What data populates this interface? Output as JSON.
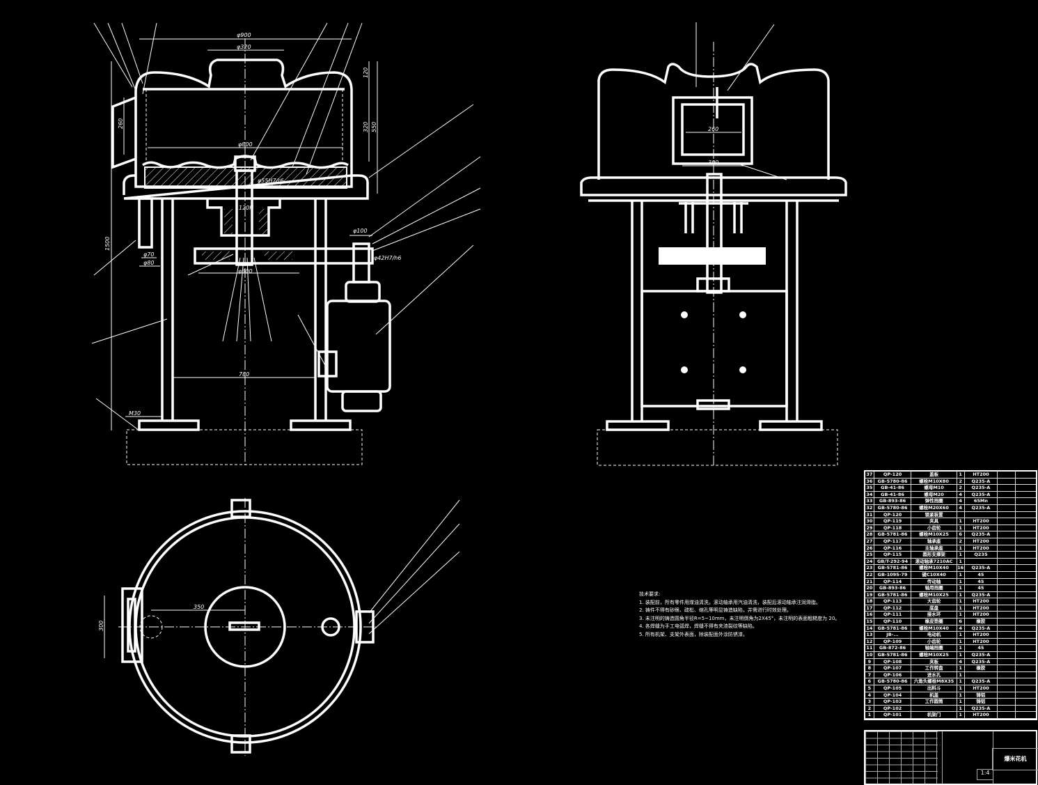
{
  "front_view": {
    "dims": {
      "d900": "φ900",
      "d320": "φ320",
      "h120": "120",
      "h320": "320",
      "h550": "550",
      "h260": "260",
      "d800": "φ800",
      "fit55": "φ55H7/r6",
      "m120": "120H",
      "d70": "φ70",
      "d80": "φ80",
      "h1500": "1500",
      "d100": "φ100",
      "fit42": "φ42H7/h6",
      "gear": "φ300",
      "w780": "780",
      "m30": "M30"
    }
  },
  "side_view": {
    "dims": {
      "w260": "260",
      "w300": "300"
    }
  },
  "top_view": {
    "dims": {
      "r350": "350",
      "h300": "300"
    }
  },
  "notes": {
    "title": "技术要求:",
    "items": [
      "1. 装配前，所有零件用煤油清洗，滚动轴承用汽油清洗，装配后滚动轴承注润滑脂。",
      "2. 铸件不得有砂眼、疏松、缩孔等明显铸造缺陷，并需进行时效处理。",
      "3. 未注明的铸造圆角半径R=5~10mm，未注明倒角为2X45°，未注明的表面粗糙度为 20。",
      "4. 各焊缝为手工电弧焊，焊缝不得有夹渣裂纹等缺陷。",
      "5. 所有机架、支架外表面，除装配面外涂防锈漆。"
    ]
  },
  "bom": [
    [
      "37",
      "QP-120",
      "盖板",
      "1",
      "HT200"
    ],
    [
      "36",
      "GB-5780-86",
      "螺栓M10X80",
      "2",
      "Q235-A"
    ],
    [
      "35",
      "GB-41-86",
      "螺母M10",
      "2",
      "Q235-A"
    ],
    [
      "34",
      "GB-41-86",
      "螺母M20",
      "4",
      "Q235-A"
    ],
    [
      "33",
      "GB-893-86",
      "弹性挡圈",
      "4",
      "65Mn"
    ],
    [
      "32",
      "GB-5780-86",
      "螺栓M20X60",
      "4",
      "Q235-A"
    ],
    [
      "31",
      "QP-120",
      "锁紧装置",
      "",
      ""
    ],
    [
      "30",
      "QP-119",
      "夹具",
      "1",
      "HT200"
    ],
    [
      "29",
      "QP-118",
      "小齿轮",
      "1",
      "HT200"
    ],
    [
      "28",
      "GB-5781-86",
      "螺栓M10X25",
      "6",
      "Q235-A"
    ],
    [
      "27",
      "QP-117",
      "轴承座",
      "2",
      "HT200"
    ],
    [
      "26",
      "QP-116",
      "主轴承座",
      "1",
      "HT200"
    ],
    [
      "25",
      "QP-115",
      "圆形支撑架",
      "1",
      "Q235"
    ],
    [
      "24",
      "GB/T-292-94",
      "滚动轴承7210AC",
      "1",
      ""
    ],
    [
      "23",
      "GB-5781-86",
      "螺栓M10X40",
      "16",
      "Q235-A"
    ],
    [
      "22",
      "GB-1095-79",
      "键C10X40",
      "1",
      "45"
    ],
    [
      "21",
      "QP-114",
      "传动轴",
      "1",
      "45"
    ],
    [
      "20",
      "GB-893-86",
      "轴用挡圈",
      "1",
      "45"
    ],
    [
      "19",
      "GB-5781-86",
      "螺栓M10X25",
      "1",
      "Q235-A"
    ],
    [
      "18",
      "QP-113",
      "大齿轮",
      "1",
      "HT200"
    ],
    [
      "17",
      "QP-112",
      "底盘",
      "1",
      "HT200"
    ],
    [
      "16",
      "QP-111",
      "接水环",
      "1",
      "HT200"
    ],
    [
      "15",
      "QP-110",
      "橡皮垫圈",
      "6",
      "橡胶"
    ],
    [
      "14",
      "GB-5781-86",
      "螺栓M10X40",
      "4",
      "Q235-A"
    ],
    [
      "13",
      "JB-...",
      "电动机",
      "1",
      "HT200"
    ],
    [
      "12",
      "QP-109",
      "小齿轮",
      "1",
      "HT200"
    ],
    [
      "11",
      "GB-872-86",
      "轴端挡圈",
      "1",
      "45"
    ],
    [
      "10",
      "GB-5781-86",
      "螺栓M10X25",
      "1",
      "Q235-A"
    ],
    [
      "9",
      "QP-108",
      "夹板",
      "4",
      "Q235-A"
    ],
    [
      "8",
      "QP-107",
      "工作转盘",
      "1",
      "橡胶"
    ],
    [
      "7",
      "QP-106",
      "进水孔",
      "1",
      ""
    ],
    [
      "6",
      "GB-5780-86",
      "六角头螺栓M8X35",
      "1",
      "Q235-A"
    ],
    [
      "5",
      "QP-105",
      "出料斗",
      "1",
      "HT200"
    ],
    [
      "4",
      "QP-104",
      "机盖",
      "1",
      "铸铝"
    ],
    [
      "3",
      "QP-103",
      "工作圆筒",
      "1",
      "铸铝"
    ],
    [
      "2",
      "QP-102",
      "",
      "1",
      "Q235-A"
    ],
    [
      "1",
      "QP-101",
      "机架门",
      "1",
      "HT200"
    ]
  ],
  "title_block": {
    "title": "爆米花机",
    "scale": "1:4"
  }
}
